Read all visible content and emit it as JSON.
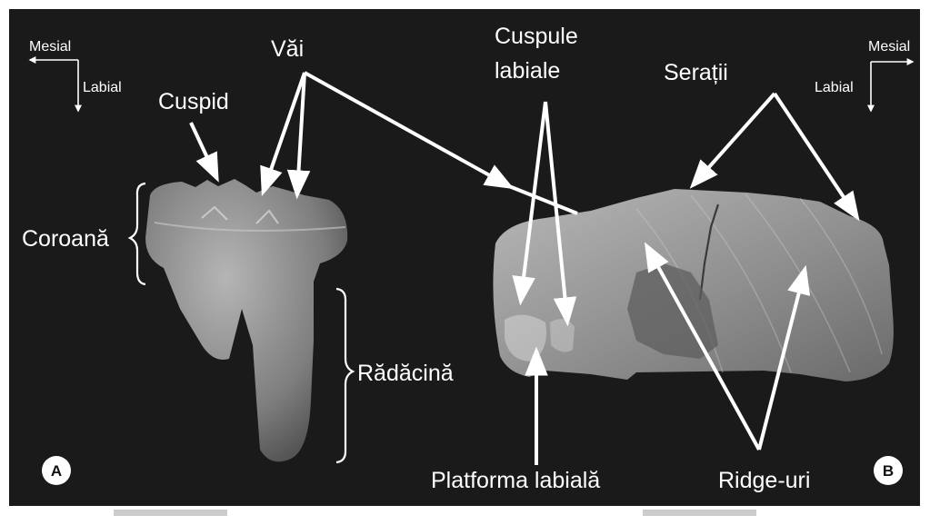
{
  "labels": {
    "vai": "Văi",
    "cuspule_line1": "Cuspule",
    "cuspule_line2": "labiale",
    "seratii": "Serații",
    "cuspid": "Cuspid",
    "coroana": "Coroană",
    "radacina": "Rădăcină",
    "platforma": "Platforma labială",
    "ridge": "Ridge-uri"
  },
  "orientation": {
    "left": {
      "mesial": "Mesial",
      "labial": "Labial"
    },
    "right": {
      "mesial": "Mesial",
      "labial": "Labial"
    }
  },
  "panels": {
    "a": "A",
    "b": "B"
  },
  "colors": {
    "background": "#1a1a1a",
    "annotation": "#ffffff",
    "scale_bar": "#cccccc"
  }
}
